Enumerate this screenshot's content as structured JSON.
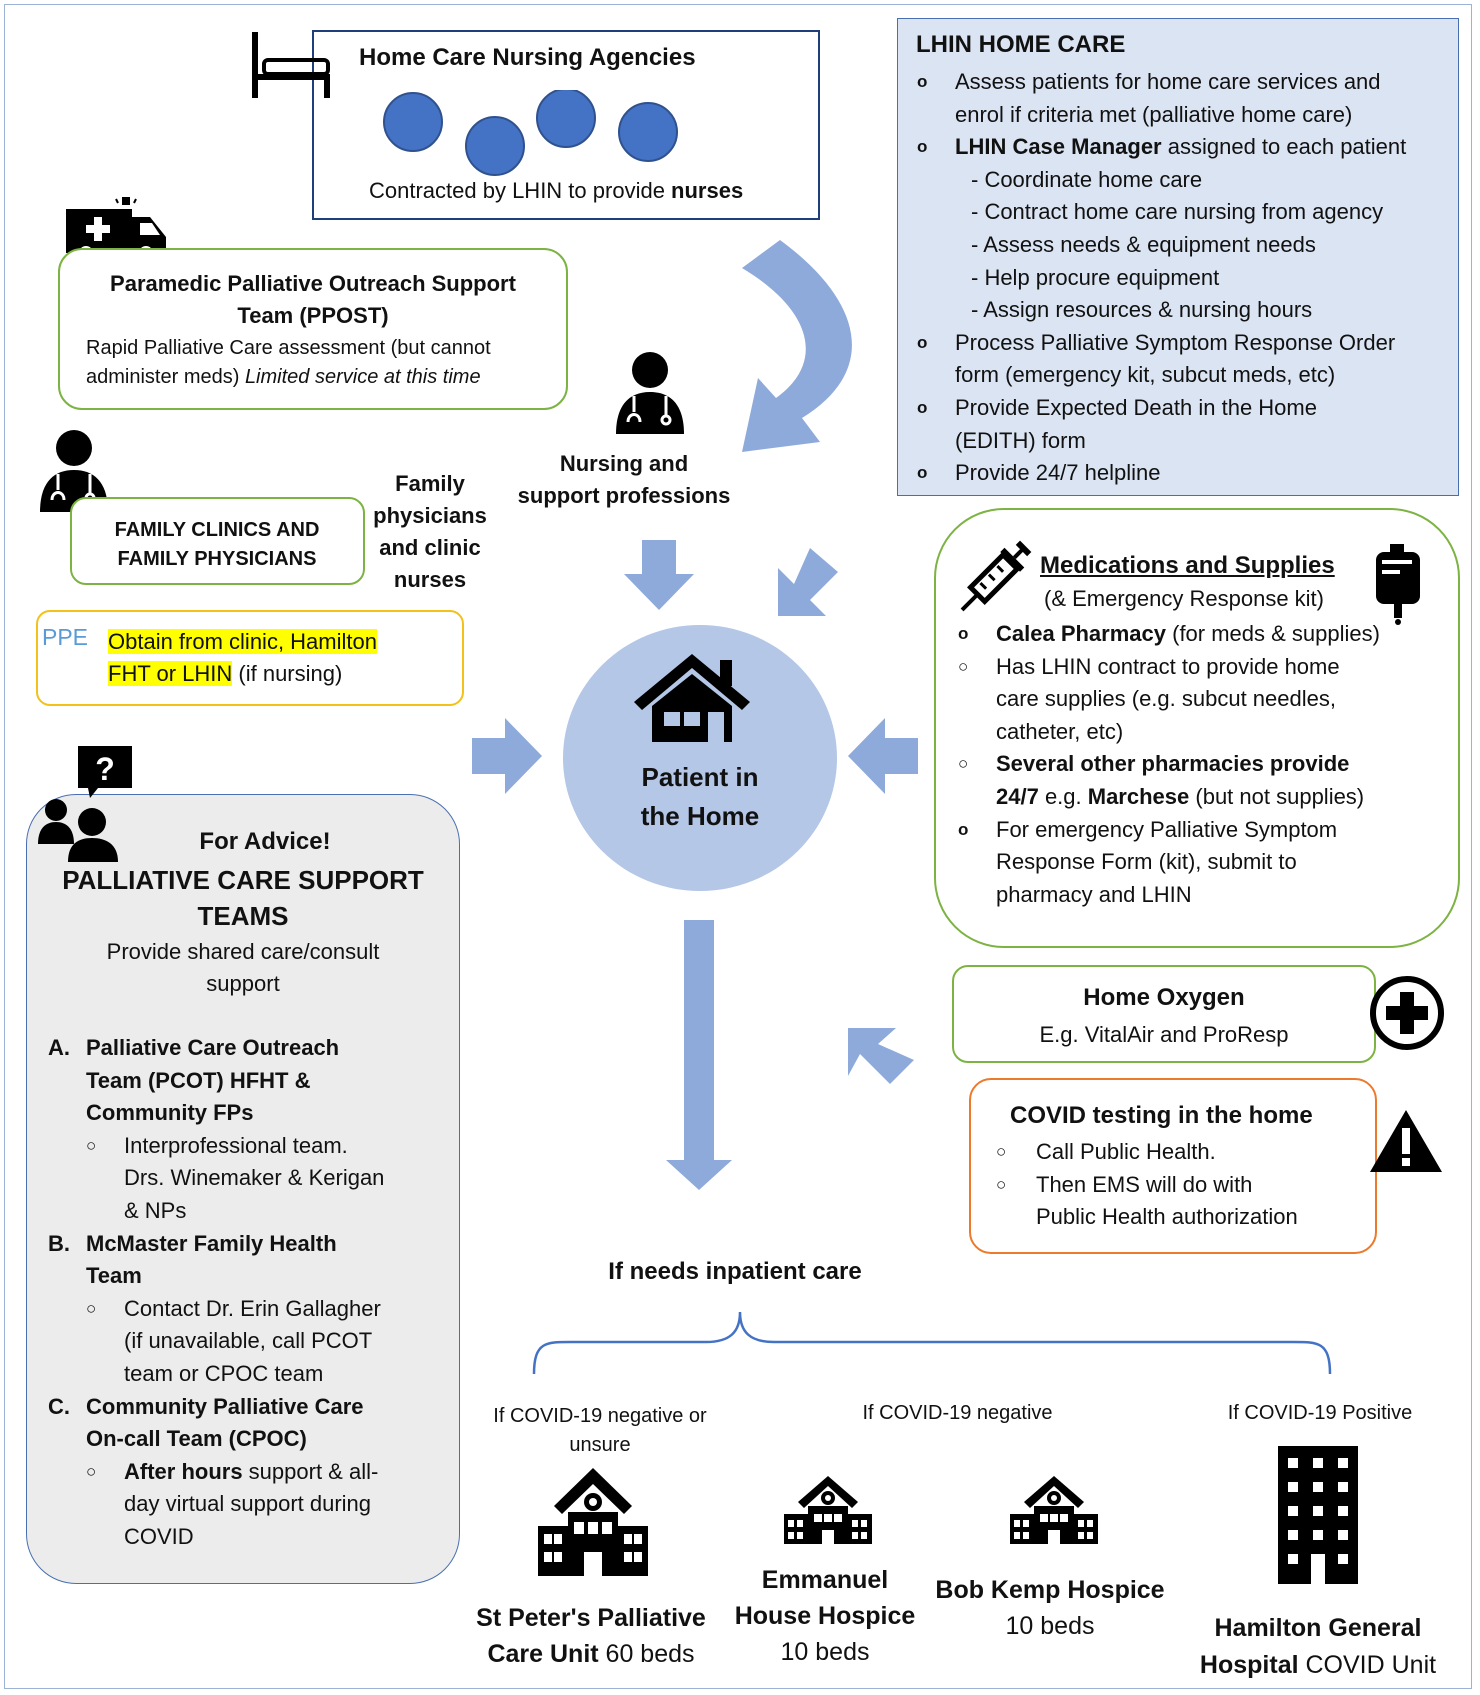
{
  "home_care_agencies": {
    "title": "Home Care Nursing Agencies",
    "desc_prefix": "Contracted by LHIN to provide ",
    "desc_bold": "nurses"
  },
  "lhin": {
    "title": "LHIN HOME CARE",
    "b1_l1": "Assess patients for home care services and",
    "b1_l2": "enrol if criteria met (palliative home care)",
    "b2_bold": "LHIN Case Manager",
    "b2_rest": " assigned to each patient",
    "sub": [
      "- Coordinate home care",
      "- Contract home care nursing from agency",
      "- Assess needs & equipment needs",
      "- Help procure equipment",
      "- Assign resources & nursing hours"
    ],
    "b3_l1": "Process Palliative Symptom Response Order",
    "b3_l2": "form (emergency kit, subcut meds, etc)",
    "b4_l1": "Provide Expected Death in the Home",
    "b4_l2": "(EDITH) form",
    "b5": "Provide 24/7 helpline"
  },
  "ppost": {
    "title_l1": "Paramedic Palliative Outreach Support",
    "title_l2": "Team (PPOST)",
    "desc_l1": "Rapid Palliative Care assessment  (but cannot",
    "desc_l2a": "administer meds) ",
    "desc_l2b": "Limited service at this time"
  },
  "nursing": {
    "l1": "Nursing and",
    "l2": "support professions"
  },
  "family_clinics": {
    "l1": "FAMILY CLINICS AND",
    "l2": "FAMILY PHYSICIANS"
  },
  "family_phys": {
    "l1": "Family",
    "l2": "physicians",
    "l3": "and clinic",
    "l4": "nurses"
  },
  "ppe": {
    "label": "PPE",
    "hl_l1": "Obtain from clinic, Hamilton",
    "hl_l2": "FHT or LHIN",
    "rest": " (if nursing)"
  },
  "patient": {
    "l1": "Patient in",
    "l2": "the Home"
  },
  "meds": {
    "title": "Medications and Supplies",
    "subtitle": "(& Emergency Response kit)",
    "i1_bold": "Calea Pharmacy",
    "i1_rest": " (for meds & supplies)",
    "i2_l1": "Has LHIN contract to provide home",
    "i2_l2": "care supplies (e.g. subcut needles,",
    "i2_l3": "catheter, etc)",
    "i3_l1": "Several other pharmacies provide",
    "i3_l2a": "24/7",
    "i3_l2b": " e.g. ",
    "i3_l2c": "Marchese",
    "i3_l2d": " (but not supplies)",
    "i4_l1": "For emergency Palliative Symptom",
    "i4_l2": "Response Form (kit), submit to",
    "i4_l3": "pharmacy and LHIN"
  },
  "oxygen": {
    "title": "Home Oxygen",
    "desc": "E.g. VitalAir and ProResp"
  },
  "covid_test": {
    "title": "COVID testing in the home",
    "i1": "Call Public Health.",
    "i2_l1": "Then EMS will do with",
    "i2_l2": "Public Health authorization"
  },
  "advice": {
    "title1": "For Advice!",
    "title2": "PALLIATIVE CARE SUPPORT",
    "title3": "TEAMS",
    "desc_l1": "Provide shared care/consult",
    "desc_l2": "support",
    "A_letter": "A.",
    "A_l1": "Palliative Care Outreach",
    "A_l2": "Team (PCOT) HFHT &",
    "A_l3": "Community FPs",
    "A_sub_l1": "Interprofessional team.",
    "A_sub_l2": "Drs. Winemaker & Kerigan",
    "A_sub_l3": "& NPs",
    "B_letter": "B.",
    "B_l1": "McMaster Family Health",
    "B_l2": "Team",
    "B_sub_l1": "Contact Dr. Erin Gallagher",
    "B_sub_l2": "(if unavailable, call PCOT",
    "B_sub_l3": "team or CPOC team",
    "C_letter": "C.",
    "C_l1": "Community Palliative Care",
    "C_l2": "On-call Team (CPOC)",
    "C_sub_l1a": "After hours",
    "C_sub_l1b": " support & all-",
    "C_sub_l2": "day virtual support during",
    "C_sub_l3": "COVID"
  },
  "inpatient": {
    "title": "If needs inpatient care",
    "cond1_l1": "If COVID-19 negative or",
    "cond1_l2": "unsure",
    "cond2": "If COVID-19 negative",
    "cond3": "If COVID-19 Positive",
    "h1_l1": "St Peter's Palliative",
    "h1_l2a": "Care Unit",
    "h1_l2b": " 60 beds",
    "h2_l1": "Emmanuel",
    "h2_l2": "House Hospice",
    "h2_l3": "10 beds",
    "h3_l1": "Bob Kemp Hospice",
    "h3_l2": "10 beds",
    "h4_l1": "Hamilton General",
    "h4_l2a": "Hospital",
    "h4_l2b": " COVID Unit"
  },
  "colors": {
    "arrow": "#8eaadb",
    "circle": "#b4c7e7",
    "blue_dot": "#4472c4"
  },
  "icons": [
    "bed-icon",
    "ambulance-icon",
    "doctor-icon",
    "syringe-icon",
    "iv-bag-icon",
    "plus-icon",
    "warning-icon",
    "support-group-icon",
    "house-icon",
    "school-building-icon",
    "tower-building-icon"
  ]
}
